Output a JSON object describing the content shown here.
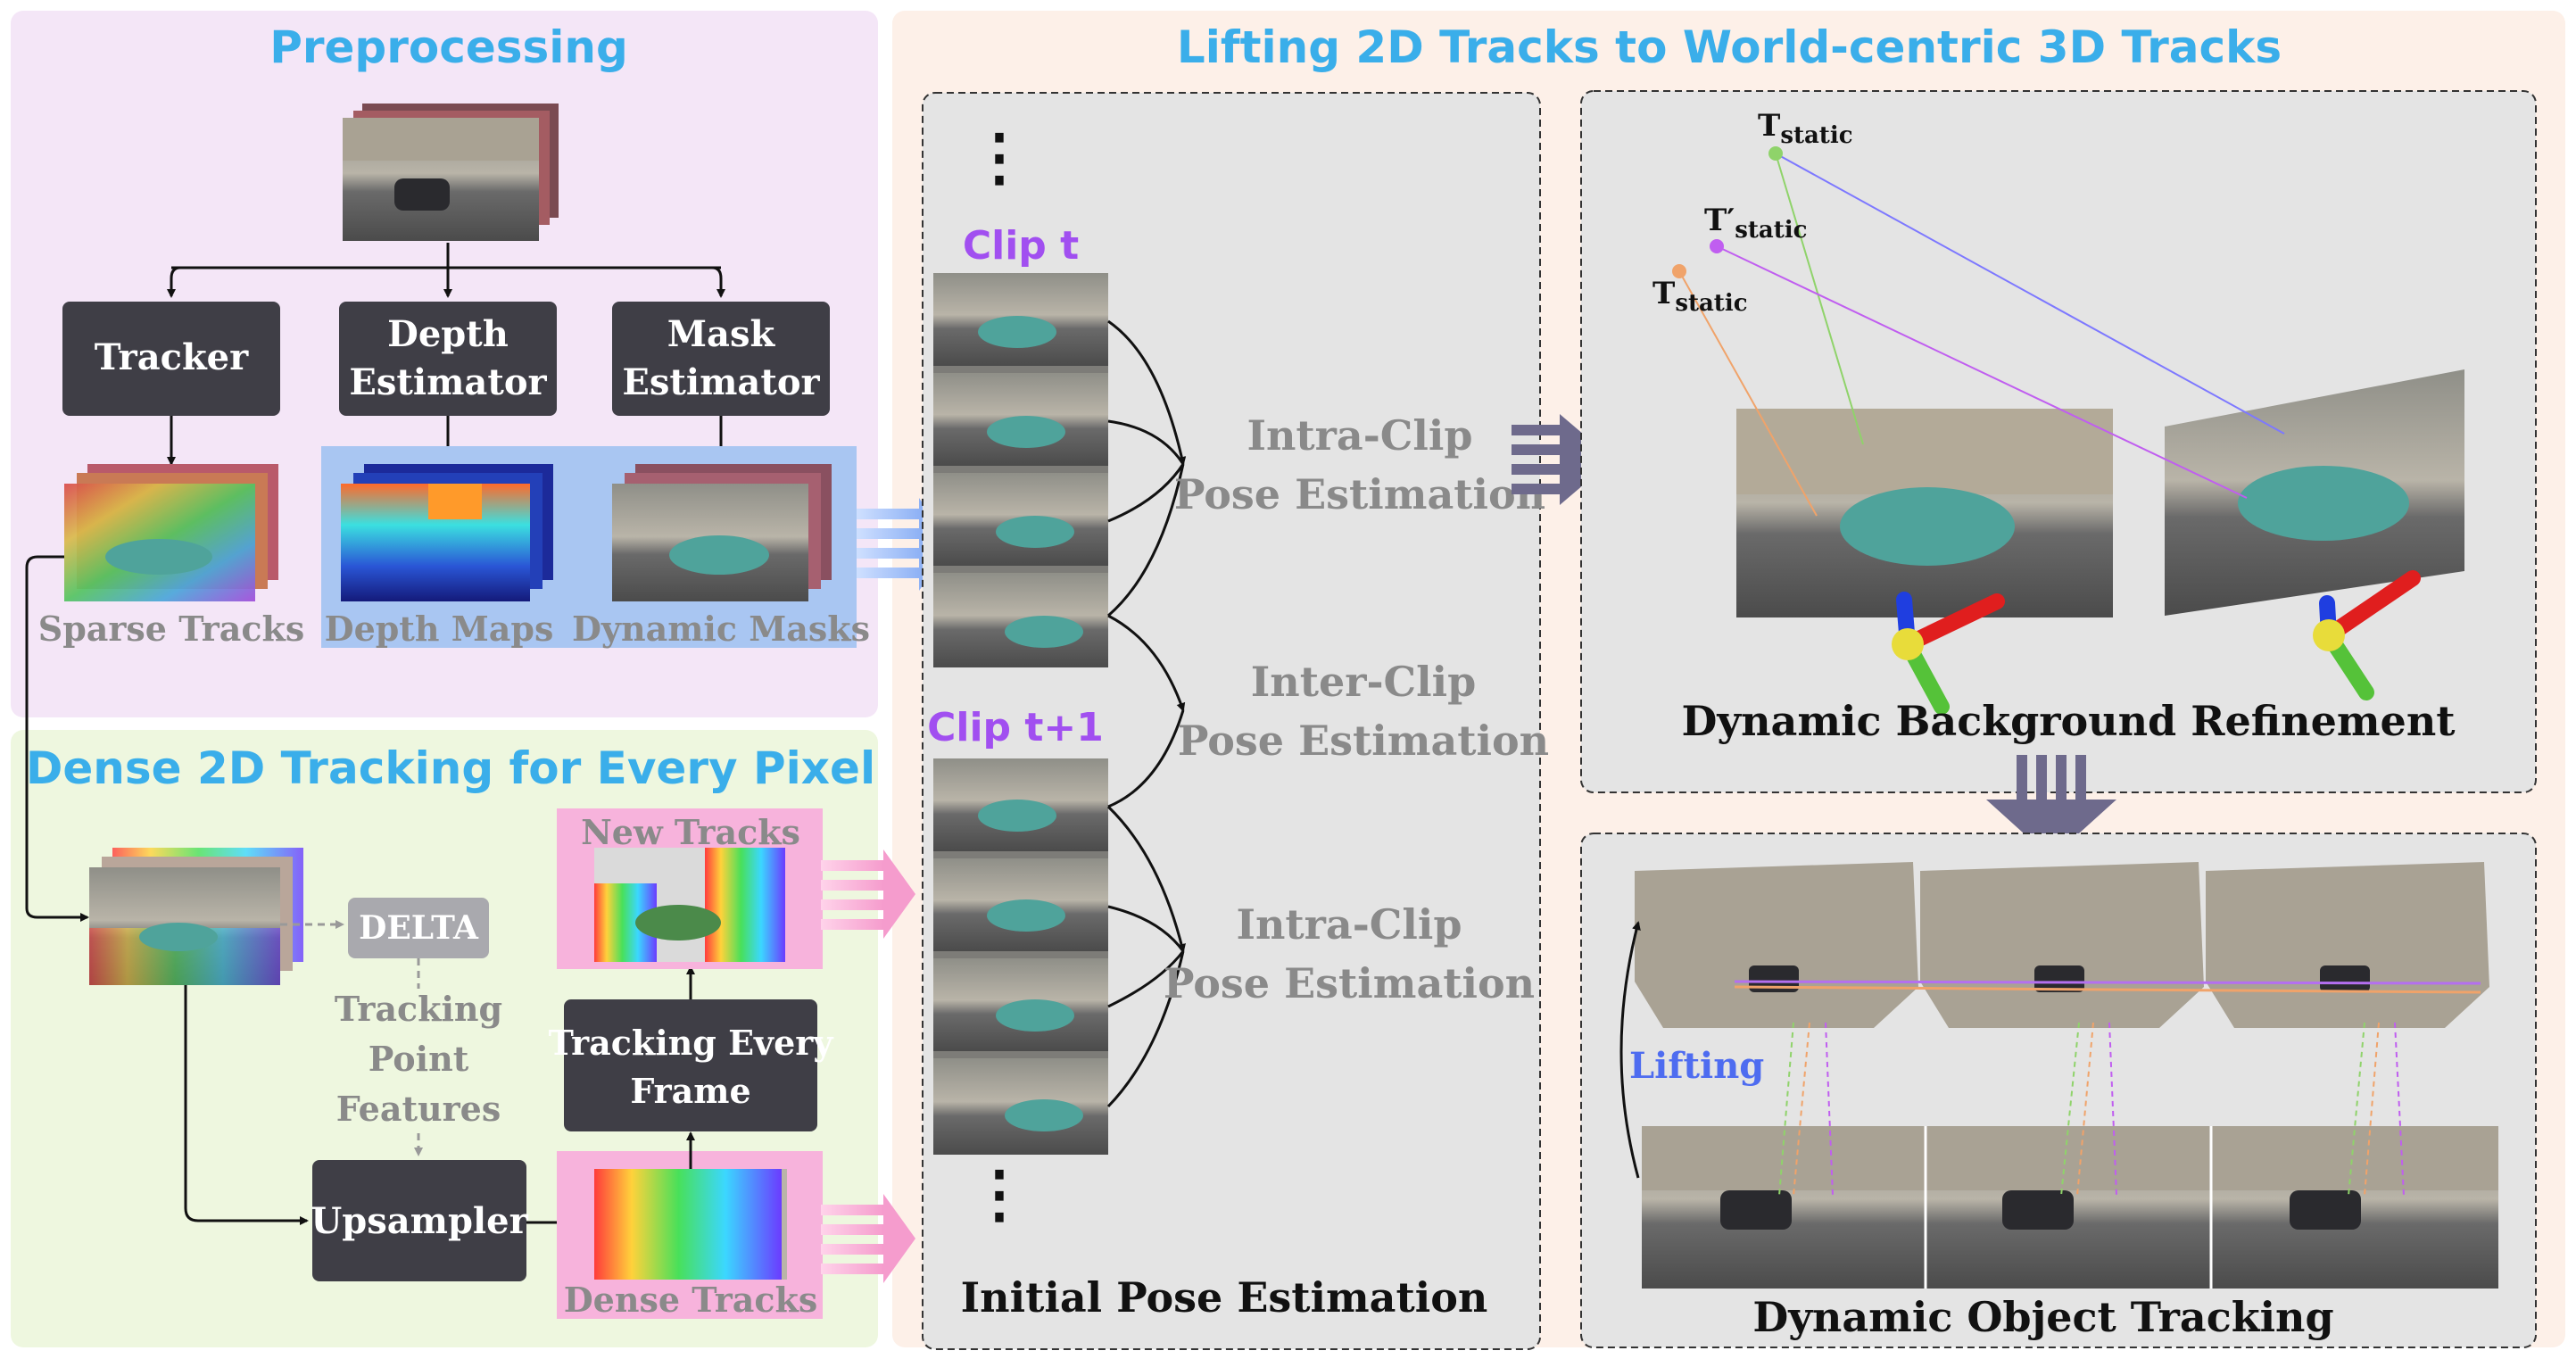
{
  "sections": {
    "preprocessing": "Preprocessing",
    "lifting": "Lifting 2D Tracks to World-centric 3D Tracks",
    "dense": "Dense 2D Tracking for Every Pixel"
  },
  "preprocessing": {
    "tracker": "Tracker",
    "depth_line1": "Depth",
    "depth_line2": "Estimator",
    "mask_line1": "Mask",
    "mask_line2": "Estimator",
    "sparse_tracks": "Sparse Tracks",
    "depth_maps": "Depth Maps",
    "dynamic_masks": "Dynamic  Masks"
  },
  "dense": {
    "delta": "DELTA",
    "feat_line1": "Tracking",
    "feat_line2": "Point",
    "feat_line3": "Features",
    "upsampler": "Upsampler",
    "tef_line1": "Tracking Every",
    "tef_line2": "Frame",
    "new_tracks": "New Tracks",
    "dense_tracks": "Dense Tracks"
  },
  "pose": {
    "dots": "⋮",
    "clip_t": "Clip t",
    "clip_t1": "Clip t+1",
    "intra1_line1": "Intra-Clip",
    "intra1_line2": "Pose Estimation",
    "inter_line1": "Inter-Clip",
    "inter_line2": "Pose Estimation",
    "intra2_line1": "Intra-Clip",
    "intra2_line2": "Pose Estimation",
    "caption": "Initial Pose Estimation"
  },
  "refinement": {
    "t_static": "T",
    "t_static_sub": "static",
    "t_prime": "T′",
    "caption": "Dynamic Background Refinement"
  },
  "tracking": {
    "lifting": "Lifting",
    "caption": "Dynamic Object Tracking"
  },
  "colors": {
    "title_blue": "#3aaeea",
    "box_dark": "#3f3e46",
    "clip_purple": "#a14ff0",
    "car_teal": "#4fa39b",
    "pink": "#f7b3dc",
    "arrow_purple": "#6e6a8c",
    "lift_blue": "#4e6cf0"
  }
}
